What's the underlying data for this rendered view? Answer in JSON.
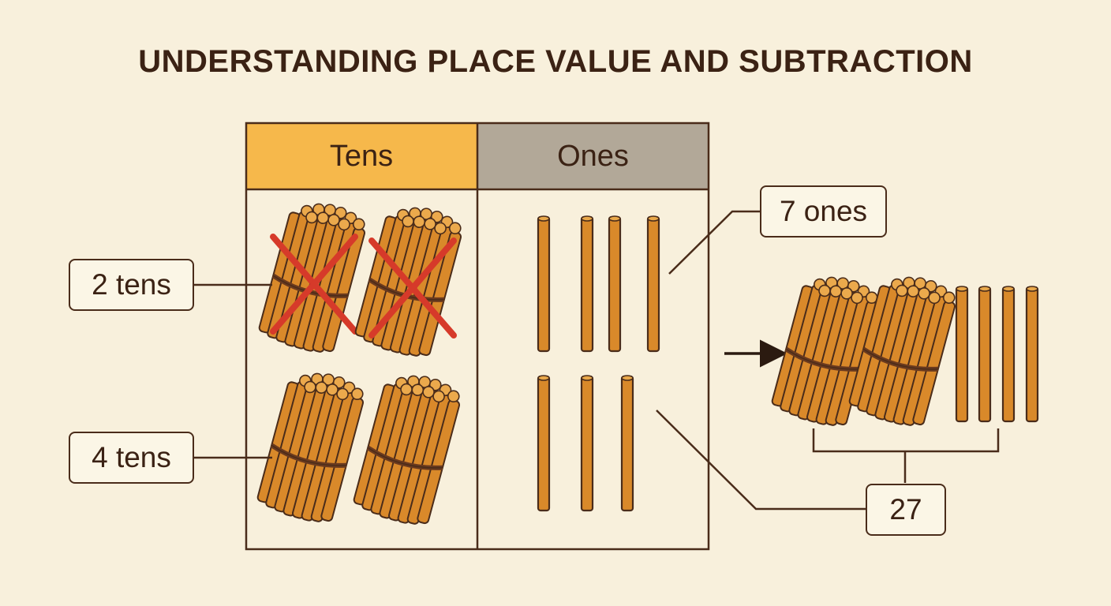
{
  "title": "UNDERSTANDING PLACE VALUE AND SUBTRACTION",
  "chart": {
    "headers": {
      "tens": "Tens",
      "ones": "Ones"
    },
    "colors": {
      "tens_header": "#f6b84b",
      "ones_header": "#b2a898",
      "stick": "#d9892a",
      "outline": "#4a2c1a",
      "cross": "#d63a2a"
    },
    "tens_column": {
      "crossed_bundles": 2,
      "remaining_bundles": 2
    },
    "ones_column": {
      "top_row_sticks": 4,
      "bottom_row_sticks": 3
    }
  },
  "labels": {
    "crossed_tens": "2 tens",
    "remaining_tens": "4 tens",
    "ones_count": "7 ones",
    "result": "27"
  },
  "result_group": {
    "bundles": 2,
    "sticks": 4
  },
  "icons": [
    "arrow-right-icon",
    "x-cross-icon",
    "ten-bundle-icon",
    "single-stick-icon"
  ]
}
